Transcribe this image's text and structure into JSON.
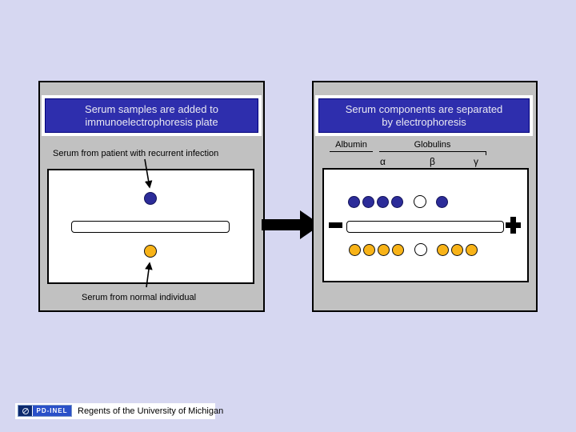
{
  "left_panel": {
    "title_line1": "Serum samples are added to",
    "title_line2": "immunoelectrophoresis plate",
    "label_patient": "Serum from patient with recurrent infection",
    "label_normal": "Serum from normal individual",
    "well_top_color": "#2c2c99",
    "well_bottom_color": "#f8b318"
  },
  "right_panel": {
    "title_line1": "Serum components are separated",
    "title_line2": "by electrophoresis",
    "albumin_label": "Albumin",
    "globulins_label": "Globulins",
    "greek": {
      "alpha": "α",
      "beta": "β",
      "gamma": "γ"
    },
    "electrode_negative": "−",
    "electrode_positive": "+",
    "top_row_dots": [
      "blue",
      "blue",
      "blue",
      "blue",
      "open",
      "blue"
    ],
    "bottom_row_dots": [
      "yellow",
      "yellow",
      "yellow",
      "yellow",
      "open",
      "yellow",
      "yellow",
      "yellow"
    ]
  },
  "footer": {
    "badge_label": "PD-INEL",
    "credit": "Regents of the University of Michigan"
  },
  "colors": {
    "background": "#d6d7f1",
    "panel_gray": "#c1c1c1",
    "title_blue": "#2e2ead",
    "dot_blue": "#2c2c99",
    "dot_yellow": "#f8b318"
  }
}
